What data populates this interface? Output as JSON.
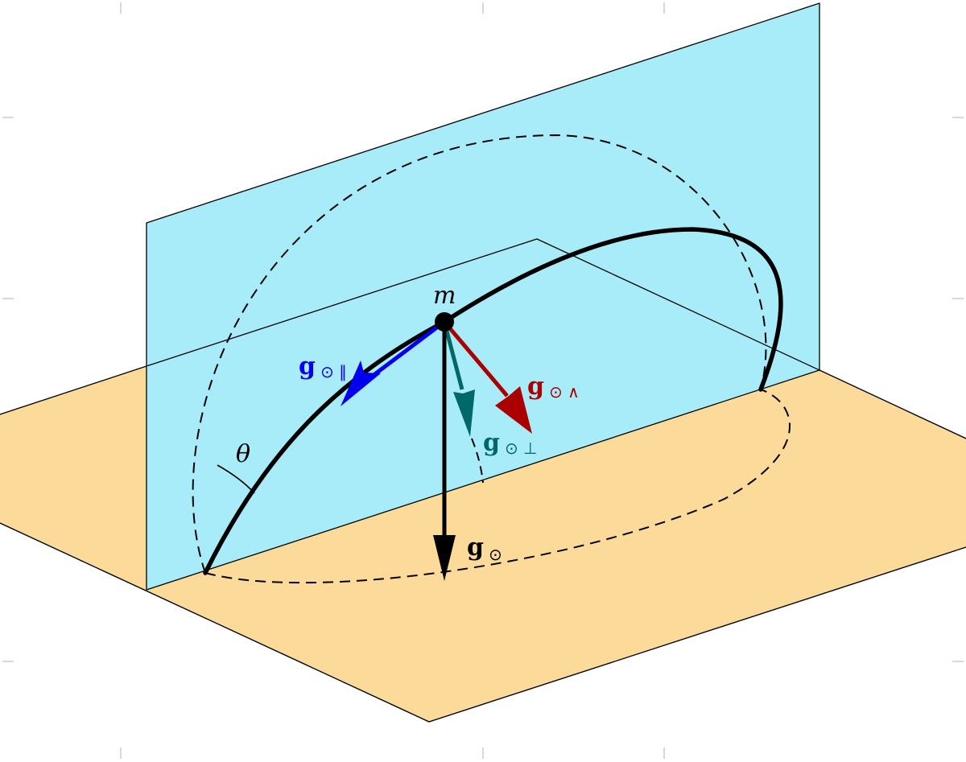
{
  "colors": {
    "ground_plane": "#fcdb9a",
    "orbit_plane": "#a8ecfa",
    "g_parallel": "#0000ee",
    "g_perp": "#006868",
    "g_wedge": "#aa0000",
    "g_total": "#000000",
    "curve": "#000000"
  },
  "labels": {
    "mass": "m",
    "angle": "θ",
    "g_total": {
      "main": "g",
      "sub": "⊙"
    },
    "g_parallel": {
      "main": "g",
      "sub": "⊙ ∥"
    },
    "g_perp": {
      "main": "g",
      "sub": "⊙ ⊥"
    },
    "g_wedge": {
      "main": "g",
      "sub": "⊙ ∧"
    }
  }
}
